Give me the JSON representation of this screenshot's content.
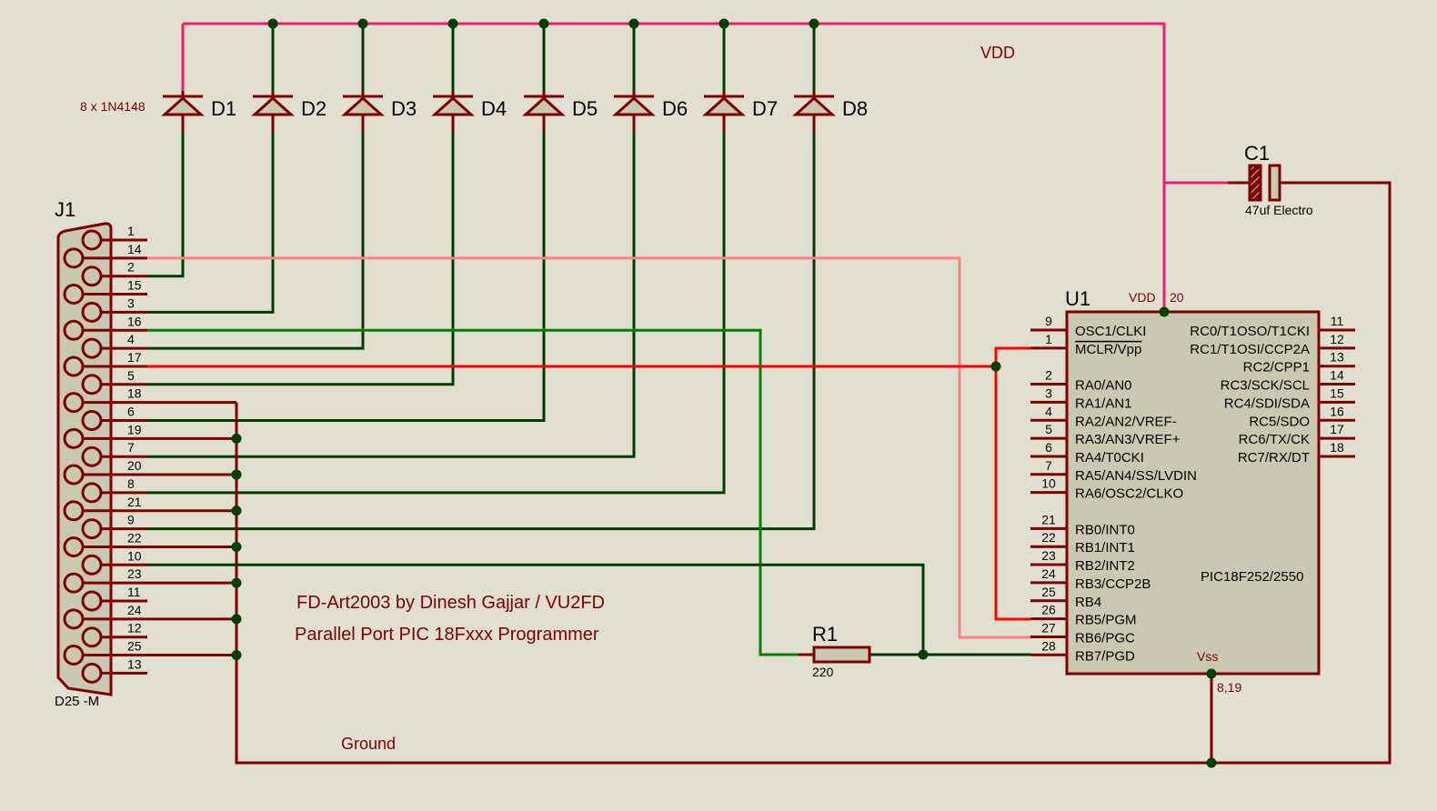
{
  "title": "FD-Art2003 by Dinesh Gajjar / VU2FD",
  "subtitle": "Parallel Port PIC 18Fxxx Programmer",
  "net_labels": {
    "vdd": "VDD",
    "ground": "Ground"
  },
  "colors": {
    "background": "#e0dfd0",
    "component": "#800000",
    "component_fill": "#c9c8b0",
    "wire_dark_green": "#003c00",
    "wire_green": "#008000",
    "wire_vdd": "#ee1e6e",
    "wire_red": "#ff0000",
    "wire_pink": "#ff8080",
    "junction": "#004000"
  },
  "diodes": {
    "value": "8 x 1N4148",
    "items": [
      {
        "ref": "D1",
        "to_pin": "2"
      },
      {
        "ref": "D2",
        "to_pin": "3"
      },
      {
        "ref": "D3",
        "to_pin": "4"
      },
      {
        "ref": "D4",
        "to_pin": "5"
      },
      {
        "ref": "D5",
        "to_pin": "6"
      },
      {
        "ref": "D6",
        "to_pin": "7"
      },
      {
        "ref": "D7",
        "to_pin": "8"
      },
      {
        "ref": "D8",
        "to_pin": "9"
      }
    ]
  },
  "connector": {
    "ref": "J1",
    "value": "D25 -M",
    "pins": [
      "1",
      "14",
      "2",
      "15",
      "3",
      "16",
      "4",
      "17",
      "5",
      "18",
      "6",
      "19",
      "7",
      "20",
      "8",
      "21",
      "9",
      "22",
      "10",
      "23",
      "11",
      "24",
      "12",
      "25",
      "13"
    ]
  },
  "capacitor": {
    "ref": "C1",
    "value": "47uf Electro"
  },
  "resistor": {
    "ref": "R1",
    "value": "220"
  },
  "ic": {
    "ref": "U1",
    "part": "PIC18F252/2550",
    "vdd_label": "VDD",
    "vdd_pin": "20",
    "vss_label": "Vss",
    "vss_pins": "8,19",
    "left_pins": [
      {
        "num": "9",
        "name": "OSC1/CLKI"
      },
      {
        "num": "1",
        "name": "MCLR/Vpp",
        "overline": "MCLR"
      },
      {
        "num": "2",
        "name": "RA0/AN0"
      },
      {
        "num": "3",
        "name": "RA1/AN1"
      },
      {
        "num": "4",
        "name": "RA2/AN2/VREF-"
      },
      {
        "num": "5",
        "name": "RA3/AN3/VREF+"
      },
      {
        "num": "6",
        "name": "RA4/T0CKI"
      },
      {
        "num": "7",
        "name": "RA5/AN4/SS/LVDIN"
      },
      {
        "num": "10",
        "name": "RA6/OSC2/CLKO"
      },
      {
        "num": "21",
        "name": "RB0/INT0"
      },
      {
        "num": "22",
        "name": "RB1/INT1"
      },
      {
        "num": "23",
        "name": "RB2/INT2"
      },
      {
        "num": "24",
        "name": "RB3/CCP2B"
      },
      {
        "num": "25",
        "name": "RB4"
      },
      {
        "num": "26",
        "name": "RB5/PGM"
      },
      {
        "num": "27",
        "name": "RB6/PGC"
      },
      {
        "num": "28",
        "name": "RB7/PGD"
      }
    ],
    "right_pins": [
      {
        "num": "11",
        "name": "RC0/T1OSO/T1CKI"
      },
      {
        "num": "12",
        "name": "RC1/T1OSI/CCP2A"
      },
      {
        "num": "13",
        "name": "RC2/CPP1"
      },
      {
        "num": "14",
        "name": "RC3/SCK/SCL"
      },
      {
        "num": "15",
        "name": "RC4/SDI/SDA"
      },
      {
        "num": "16",
        "name": "RC5/SDO"
      },
      {
        "num": "17",
        "name": "RC6/TX/CK"
      },
      {
        "num": "18",
        "name": "RC7/RX/DT"
      }
    ]
  }
}
